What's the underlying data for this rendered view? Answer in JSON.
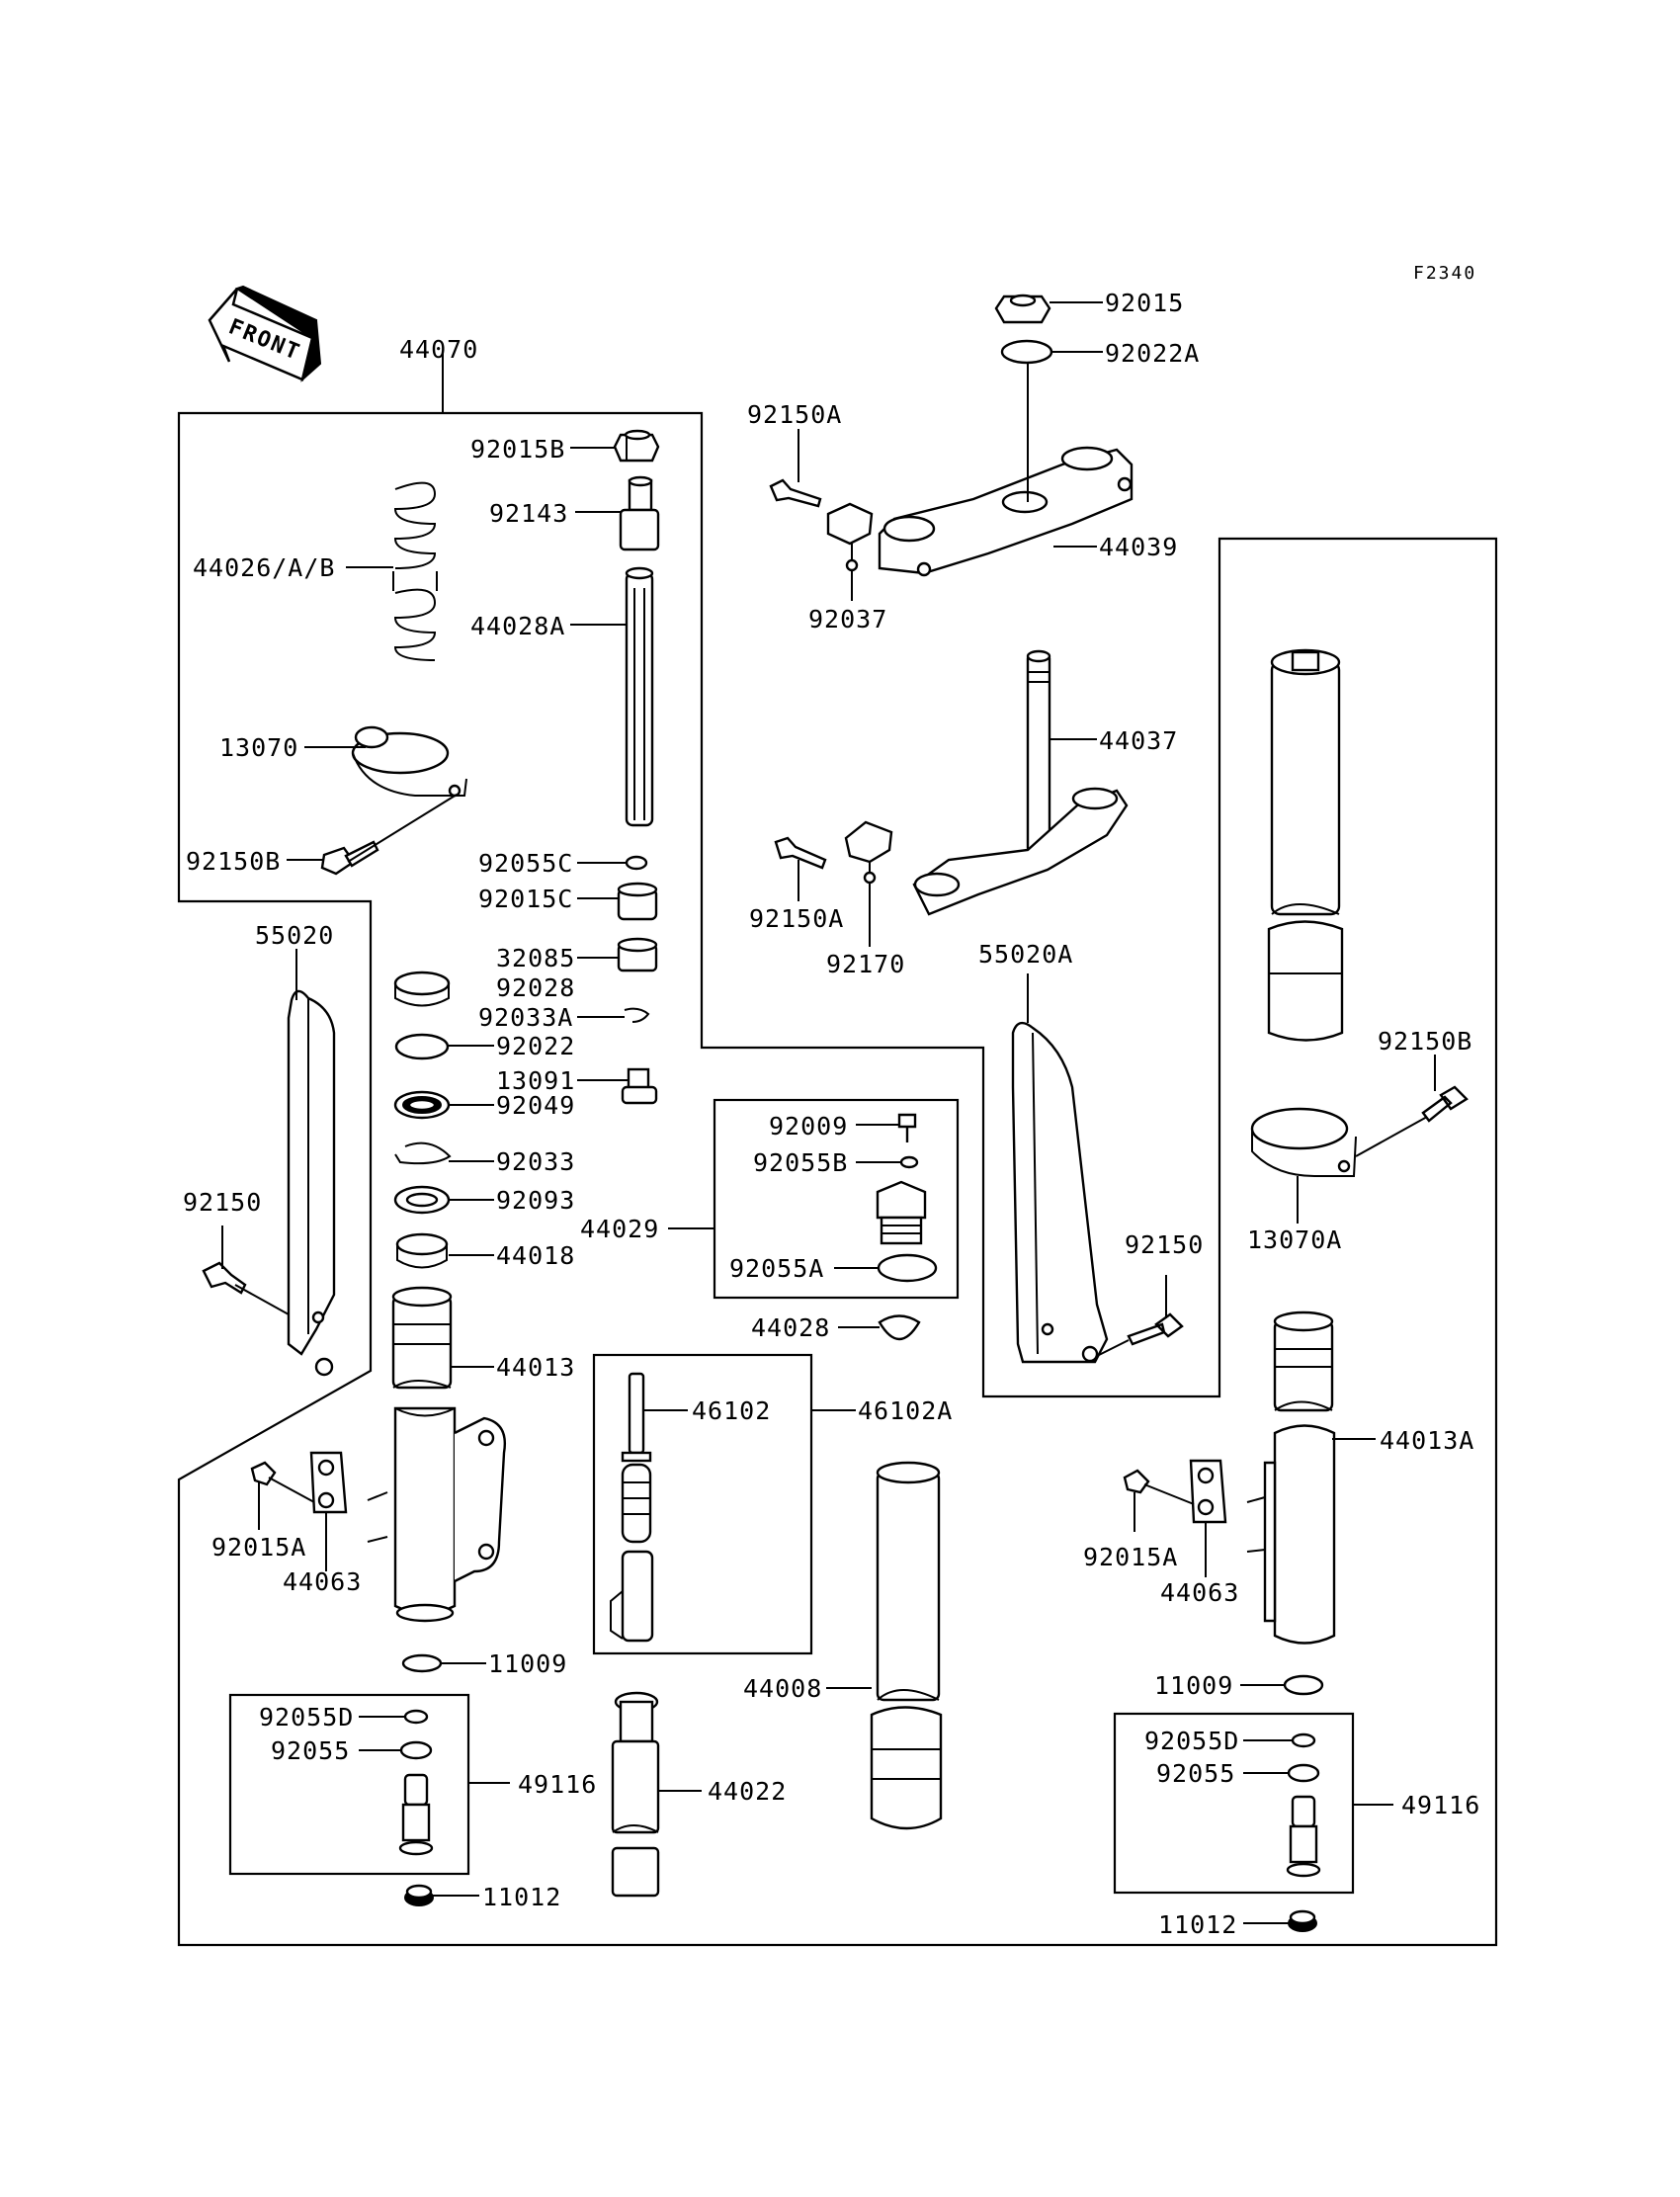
{
  "figure_code": "F2340",
  "front_label": "FRONT",
  "labels": [
    {
      "id": "p44070",
      "text": "44070"
    },
    {
      "id": "p92015B",
      "text": "92015B"
    },
    {
      "id": "p92143",
      "text": "92143"
    },
    {
      "id": "p44026",
      "text": "44026/A/B"
    },
    {
      "id": "p44028A",
      "text": "44028A"
    },
    {
      "id": "p13070",
      "text": "13070"
    },
    {
      "id": "p92150B_l",
      "text": "92150B"
    },
    {
      "id": "p92055C",
      "text": "92055C"
    },
    {
      "id": "p92015C",
      "text": "92015C"
    },
    {
      "id": "p55020",
      "text": "55020"
    },
    {
      "id": "p32085",
      "text": "32085"
    },
    {
      "id": "p92028",
      "text": "92028"
    },
    {
      "id": "p92033A",
      "text": "92033A"
    },
    {
      "id": "p92022",
      "text": "92022"
    },
    {
      "id": "p13091",
      "text": "13091"
    },
    {
      "id": "p92049",
      "text": "92049"
    },
    {
      "id": "p92033",
      "text": "92033"
    },
    {
      "id": "p92093",
      "text": "92093"
    },
    {
      "id": "p92150_l",
      "text": "92150"
    },
    {
      "id": "p44018",
      "text": "44018"
    },
    {
      "id": "p44013",
      "text": "44013"
    },
    {
      "id": "p92015A_l",
      "text": "92015A"
    },
    {
      "id": "p44063_l",
      "text": "44063"
    },
    {
      "id": "p11009_l",
      "text": "11009"
    },
    {
      "id": "p92055D_l",
      "text": "92055D"
    },
    {
      "id": "p92055_l",
      "text": "92055"
    },
    {
      "id": "p49116_l",
      "text": "49116"
    },
    {
      "id": "p11012_l",
      "text": "11012"
    },
    {
      "id": "p92015",
      "text": "92015"
    },
    {
      "id": "p92022A",
      "text": "92022A"
    },
    {
      "id": "p92150A_t",
      "text": "92150A"
    },
    {
      "id": "p44039",
      "text": "44039"
    },
    {
      "id": "p92037",
      "text": "92037"
    },
    {
      "id": "p44037",
      "text": "44037"
    },
    {
      "id": "p92150A_b",
      "text": "92150A"
    },
    {
      "id": "p92170",
      "text": "92170"
    },
    {
      "id": "p55020A",
      "text": "55020A"
    },
    {
      "id": "p92150B_r",
      "text": "92150B"
    },
    {
      "id": "p13070A",
      "text": "13070A"
    },
    {
      "id": "p92009",
      "text": "92009"
    },
    {
      "id": "p92055B",
      "text": "92055B"
    },
    {
      "id": "p44029",
      "text": "44029"
    },
    {
      "id": "p92055A",
      "text": "92055A"
    },
    {
      "id": "p44028",
      "text": "44028"
    },
    {
      "id": "p92150_r",
      "text": "92150"
    },
    {
      "id": "p46102",
      "text": "46102"
    },
    {
      "id": "p46102A",
      "text": "46102A"
    },
    {
      "id": "p44013A",
      "text": "44013A"
    },
    {
      "id": "p92015A_r",
      "text": "92015A"
    },
    {
      "id": "p44063_r",
      "text": "44063"
    },
    {
      "id": "p44008",
      "text": "44008"
    },
    {
      "id": "p44022",
      "text": "44022"
    },
    {
      "id": "p11009_r",
      "text": "11009"
    },
    {
      "id": "p92055D_r",
      "text": "92055D"
    },
    {
      "id": "p92055_r",
      "text": "92055"
    },
    {
      "id": "p49116_r",
      "text": "49116"
    },
    {
      "id": "p11012_r",
      "text": "11012"
    }
  ]
}
